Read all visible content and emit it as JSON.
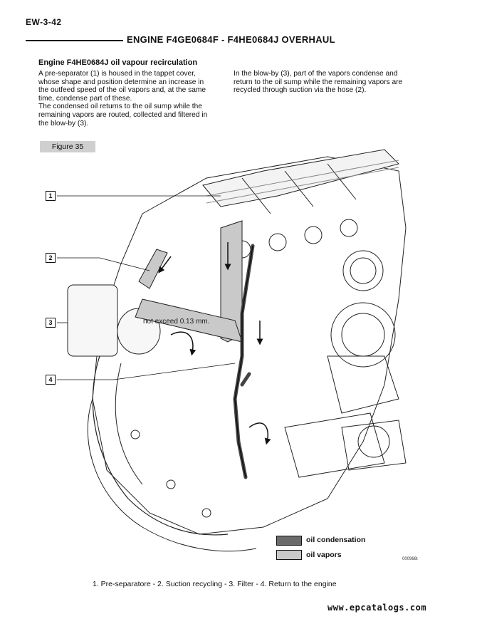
{
  "page_number": "EW-3-42",
  "header_title": "ENGINE F4GE0684F - F4HE0684J OVERHAUL",
  "section_title": "Engine F4HE0684J oil vapour recirculation",
  "paragraphs_left": [
    "A pre-separator (1) is housed in the tappet cover,",
    "whose shape and position determine an increase in",
    "the outfeed speed of the oil vapors and, at the same",
    "time, condense part of these.",
    "The condensed oil returns to the oil sump while the",
    "remaining vapors are routed, collected and filtered in",
    "the blow-by (3)."
  ],
  "paragraphs_right": [
    "In the blow-by (3), part of the vapors condense and",
    "return to the oil sump while the remaining vapors are",
    "recycled through suction via the hose (2)."
  ],
  "figure_label": "Figure 35",
  "callouts": [
    "1",
    "2",
    "3",
    "4"
  ],
  "overlay_text": "not exceed 0.13 mm.",
  "legend": [
    {
      "label": "oil condensation",
      "color": "#6b6b6b"
    },
    {
      "label": "oil vapors",
      "color": "#c9c9c9"
    }
  ],
  "figure_code": "000966t",
  "caption": "1. Pre-separatore - 2. Suction recycling  - 3. Filter - 4. Return to the engine",
  "footer_url": "www.epcatalogs.com",
  "icons": [
    "engine-drawing"
  ]
}
